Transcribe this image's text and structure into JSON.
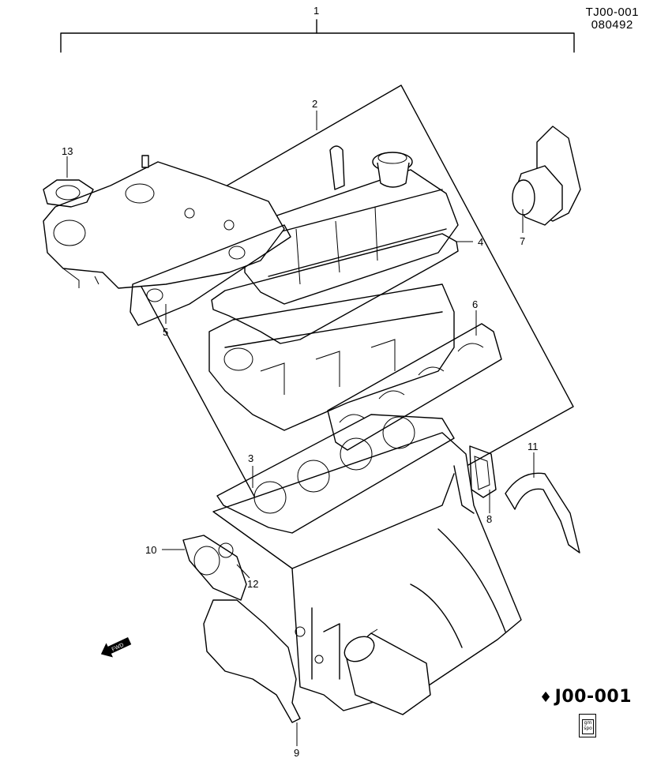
{
  "reference": {
    "line1": "TJ00-001",
    "line2": "080492"
  },
  "diagram_code": {
    "prefix_mark": "♦",
    "text": "J00-001"
  },
  "forward_arrow": {
    "label": "FWD"
  },
  "logo": {
    "line1": "gm",
    "line2": "spo"
  },
  "callouts": {
    "c1": "1",
    "c2": "2",
    "c3": "3",
    "c4": "4",
    "c5": "5",
    "c6": "6",
    "c7": "7",
    "c8": "8",
    "c9": "9",
    "c10": "10",
    "c11": "11",
    "c12": "12",
    "c13": "13"
  }
}
